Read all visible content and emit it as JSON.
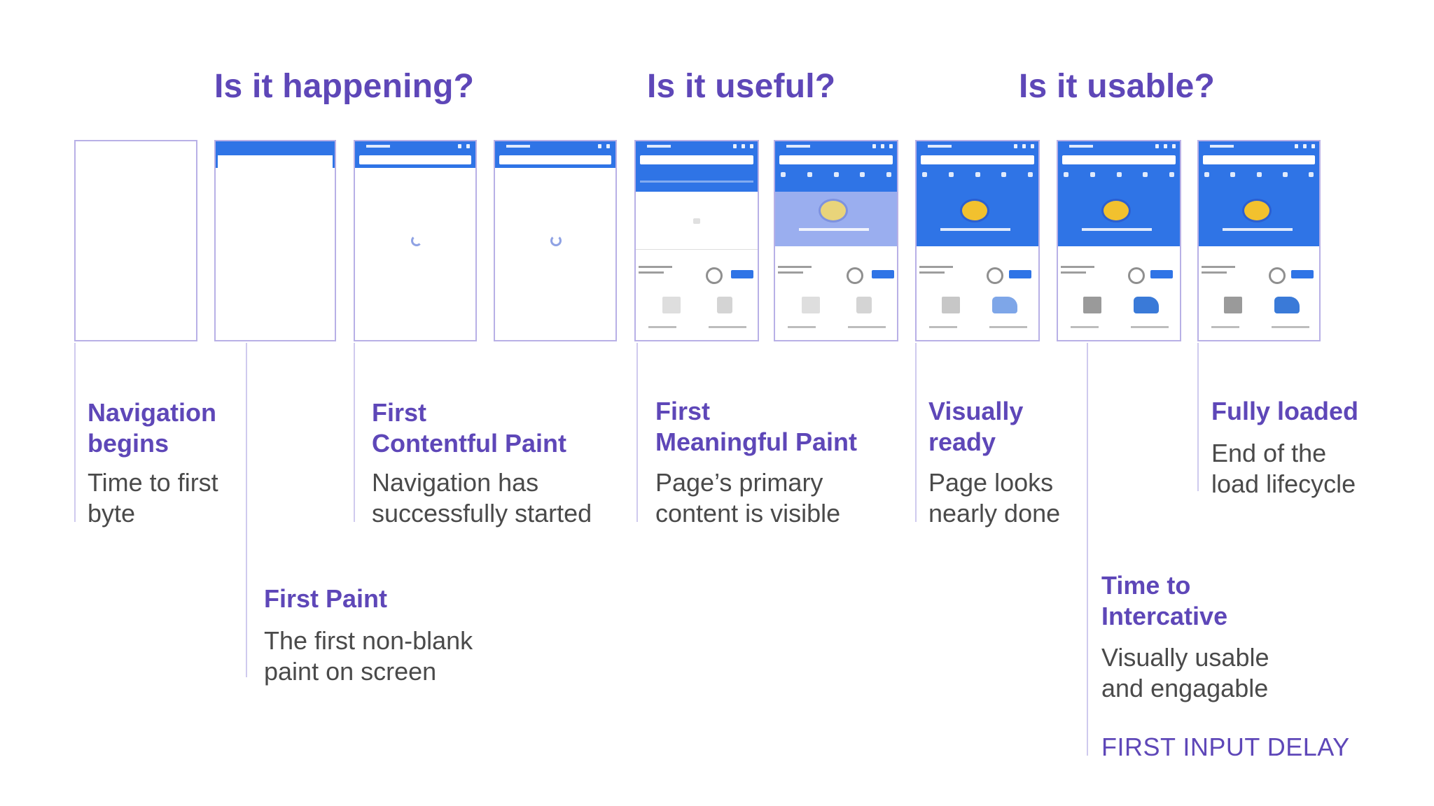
{
  "sections": [
    {
      "label": "Is it happening?"
    },
    {
      "label": "Is it useful?"
    },
    {
      "label": "Is it usable?"
    }
  ],
  "milestones": {
    "navigation_begins": {
      "title": [
        "Navigation",
        "begins"
      ],
      "desc": [
        "Time to first",
        "byte"
      ]
    },
    "first_paint": {
      "title": [
        "First Paint"
      ],
      "desc": [
        "The first non-blank",
        "paint on screen"
      ]
    },
    "first_contentful_paint": {
      "title": [
        "First",
        "Contentful Paint"
      ],
      "desc": [
        "Navigation has",
        "successfully started"
      ]
    },
    "first_meaningful_paint": {
      "title": [
        "First",
        "Meaningful Paint"
      ],
      "desc": [
        "Page’s primary",
        "content is visible"
      ]
    },
    "visually_ready": {
      "title": [
        "Visually",
        "ready"
      ],
      "desc": [
        "Page looks",
        "nearly done"
      ]
    },
    "time_to_interactive": {
      "title": [
        "Time to",
        "Intercative"
      ],
      "desc": [
        "Visually usable",
        "and engagable"
      ]
    },
    "fully_loaded": {
      "title": [
        "Fully loaded"
      ],
      "desc": [
        "End of the",
        "load lifecycle"
      ]
    }
  },
  "first_input_delay": "FIRST INPUT DELAY",
  "colors": {
    "accent": "#5e47b8",
    "text": "#4a4a4a",
    "line": "#cfcaee",
    "frame_border": "#b8b0e6",
    "app_blue": "#2f74e6"
  }
}
